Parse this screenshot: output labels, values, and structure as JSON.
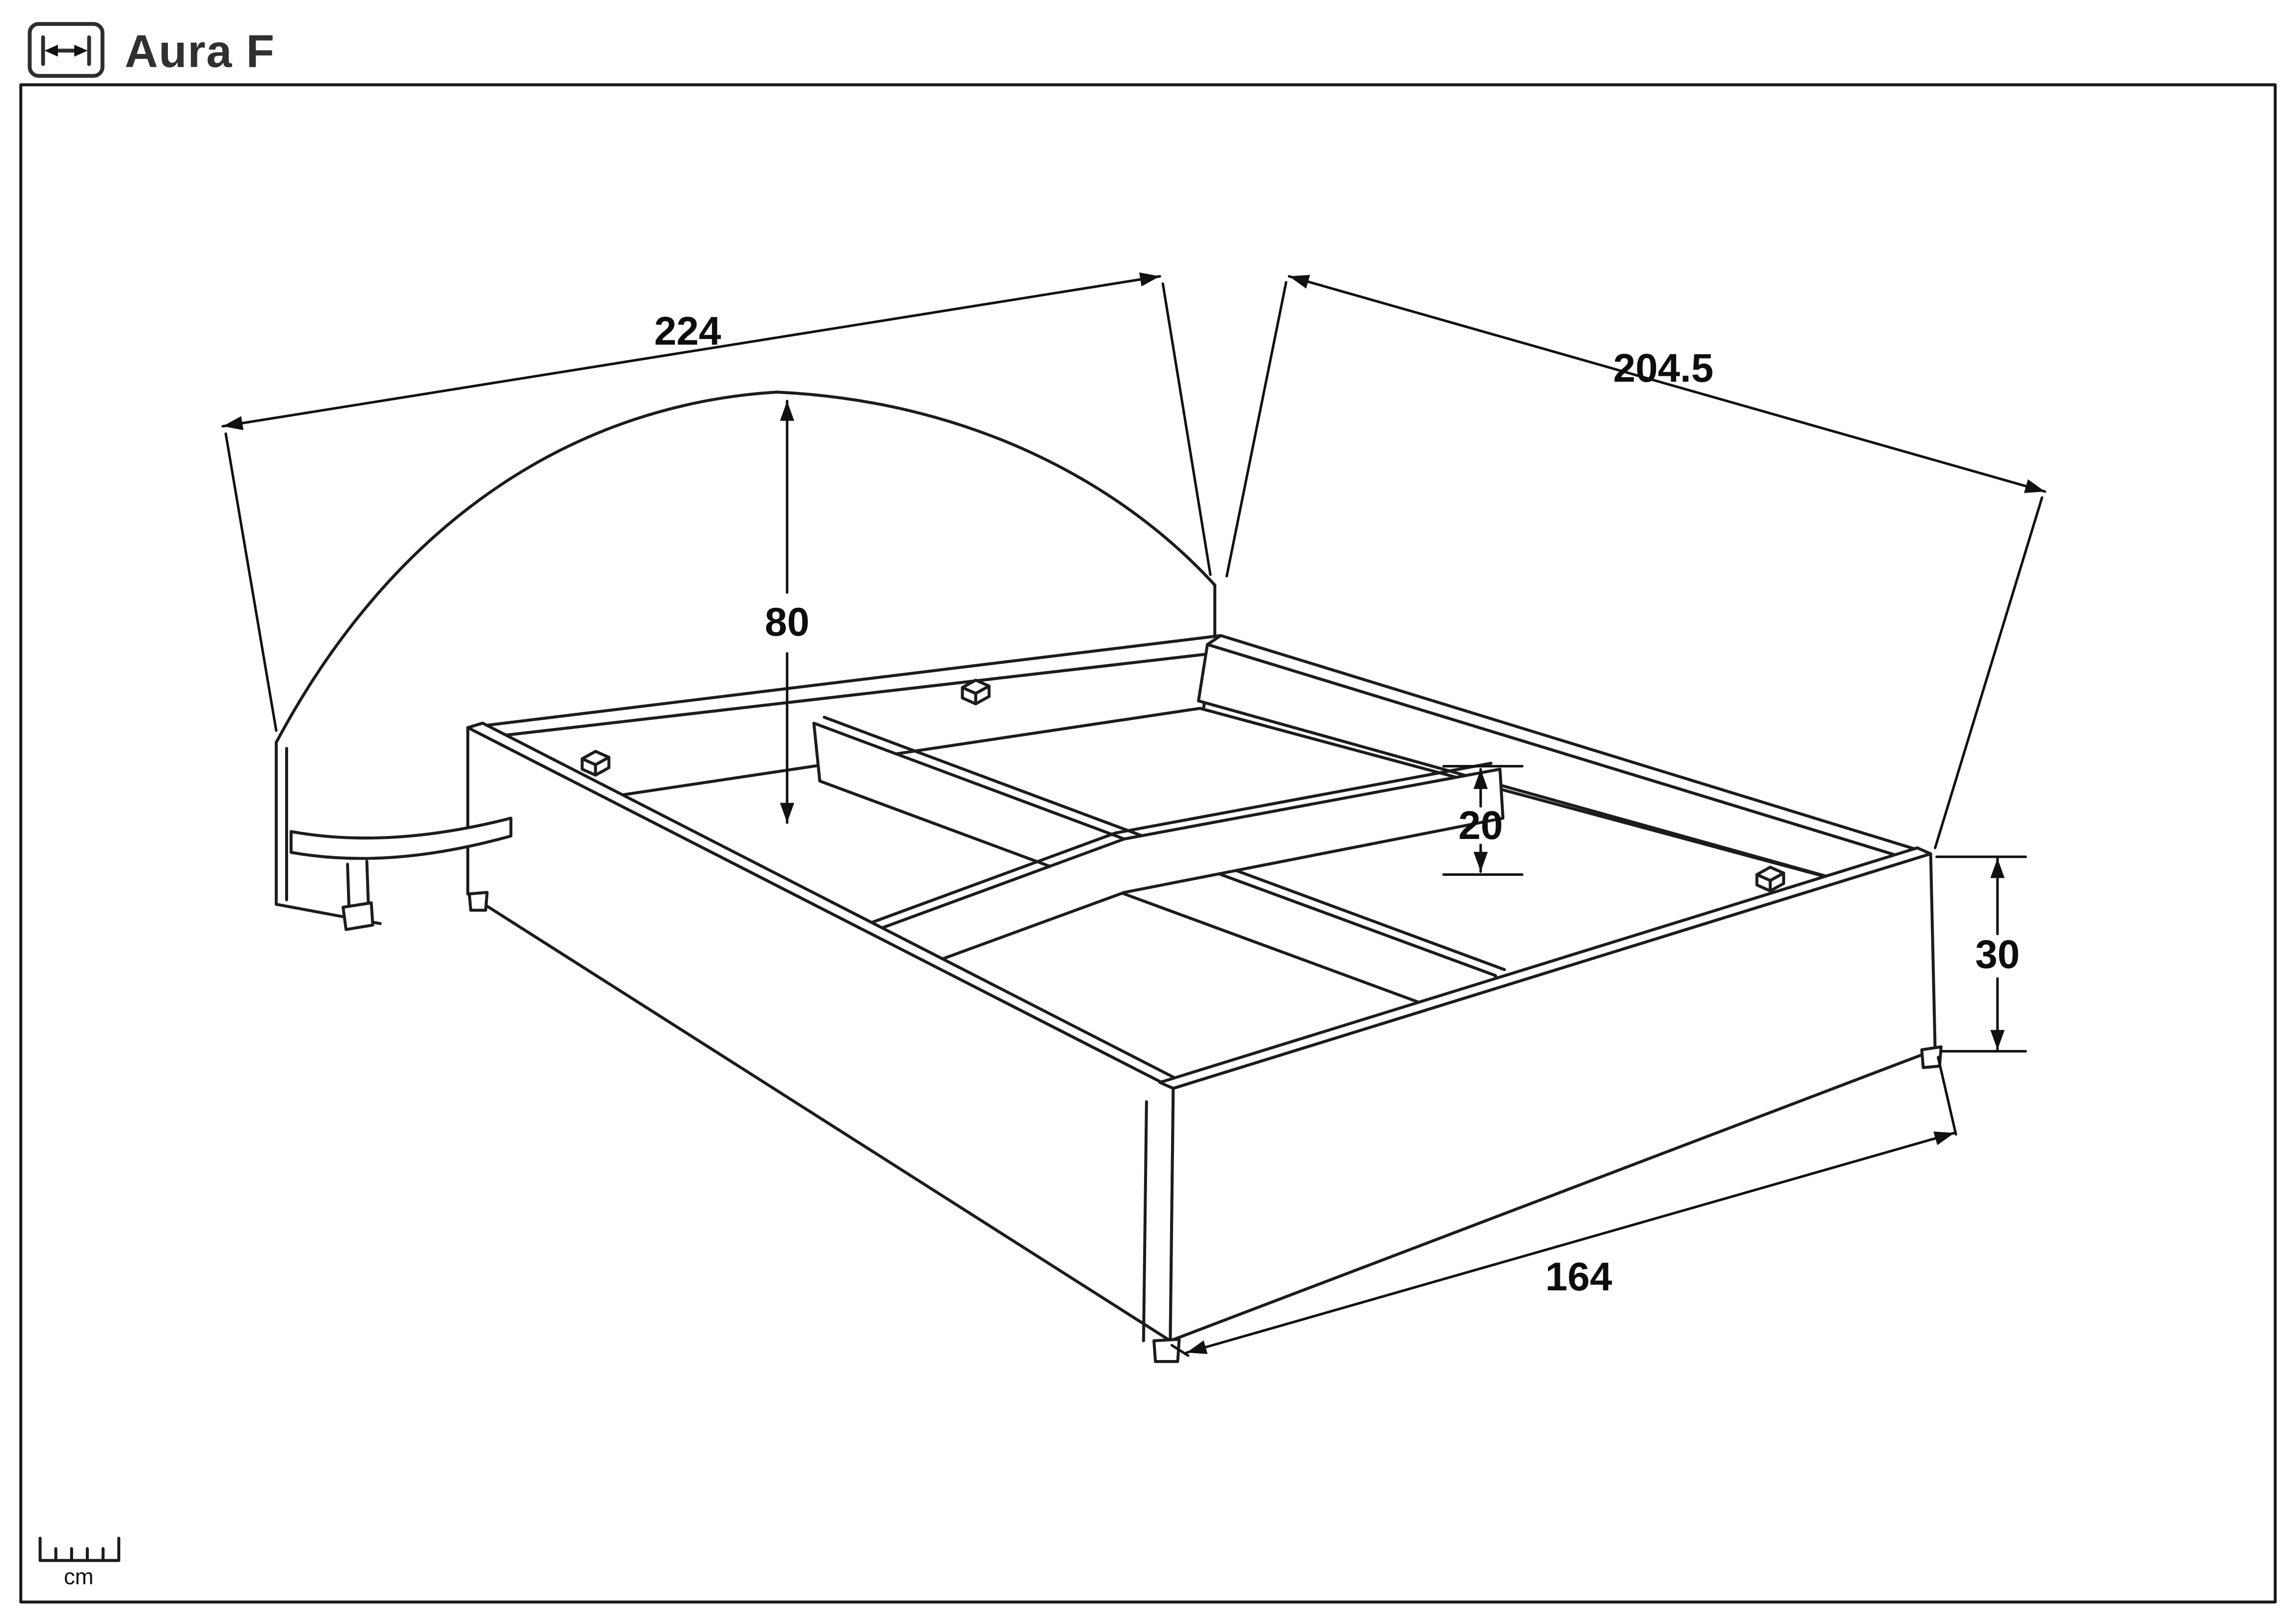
{
  "header": {
    "title": "Aura F",
    "icon": "horizontal-dimension-icon"
  },
  "drawing": {
    "dimensions": {
      "headboard_width": "224",
      "bed_length": "204.5",
      "headboard_height": "80",
      "divider_height": "20",
      "frame_height": "30",
      "bed_width": "164"
    }
  },
  "scale": {
    "unit": "cm",
    "icon": "ruler-icon"
  }
}
